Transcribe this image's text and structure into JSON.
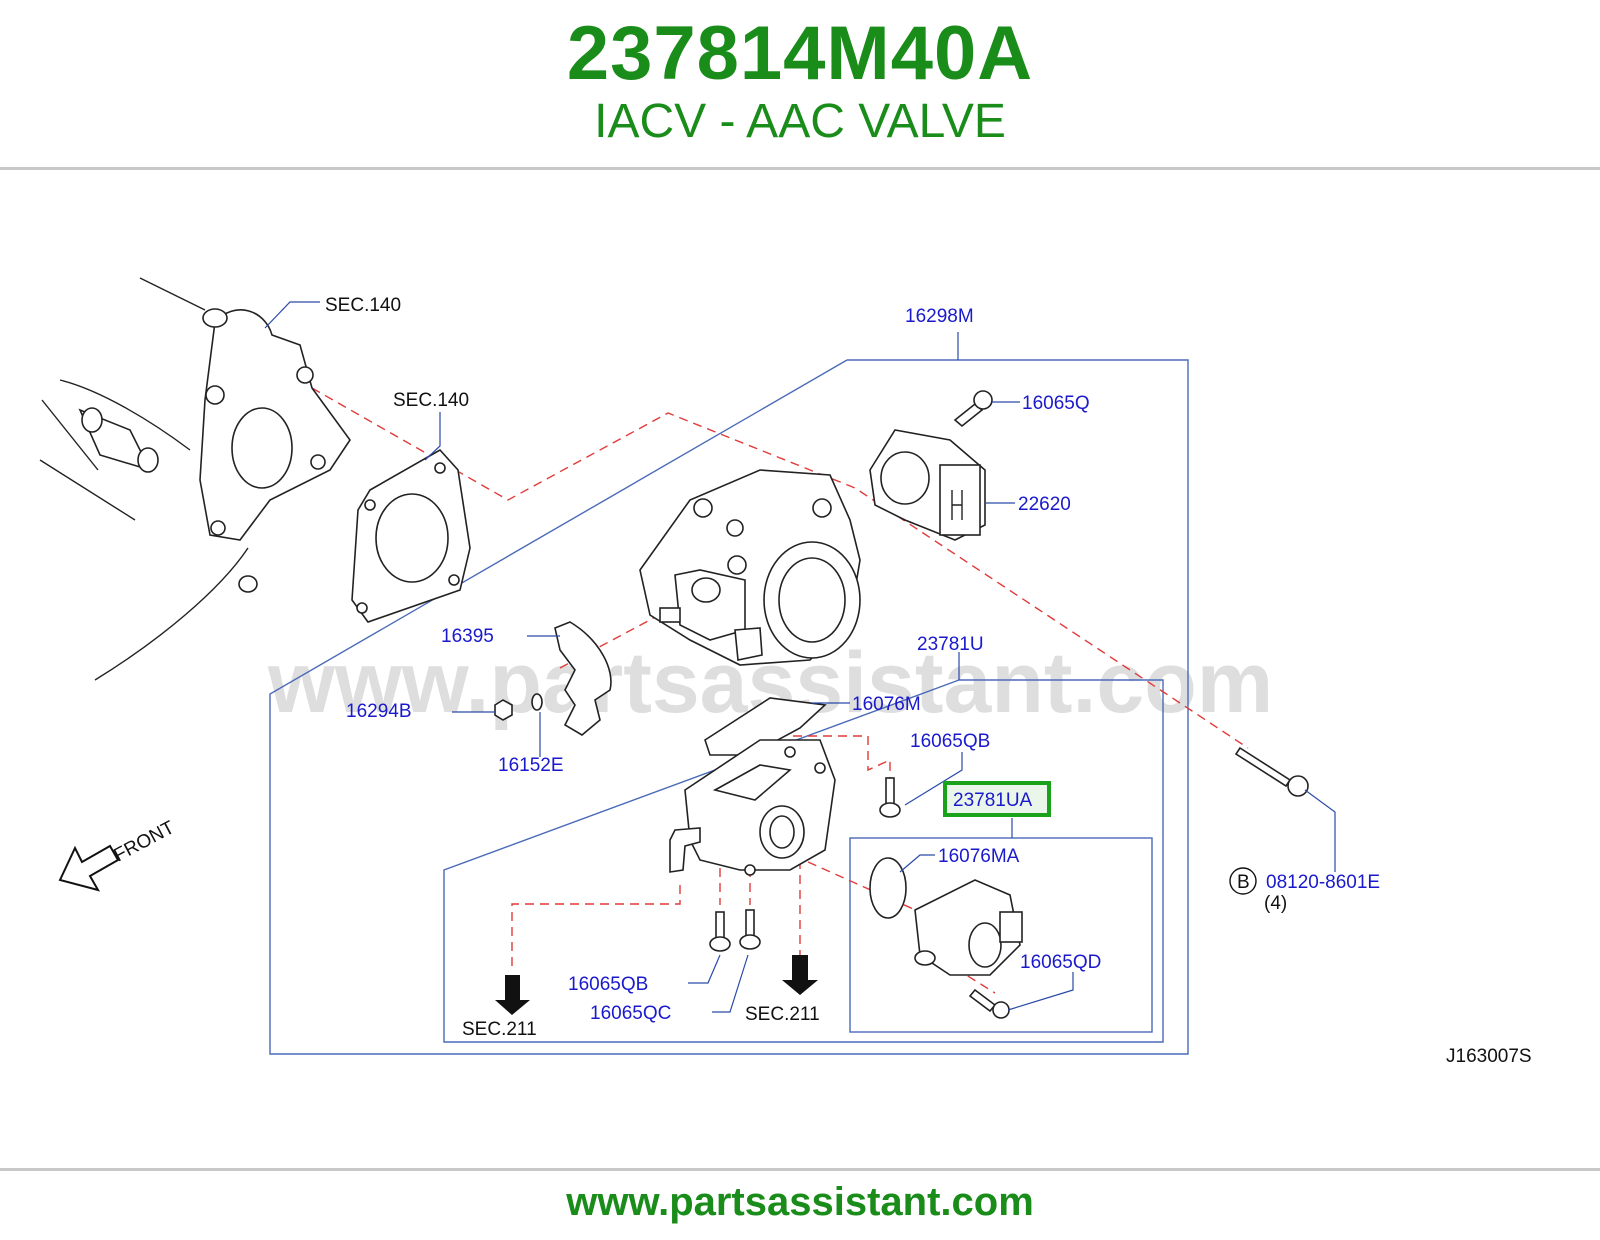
{
  "header": {
    "part_number": "237814M40A",
    "description": "IACV - AAC VALVE"
  },
  "diagram": {
    "watermark": "www.partsassistant.com",
    "drawing_id": "J163007S",
    "front_label": "FRONT",
    "callouts": {
      "sec140_top": "SEC.140",
      "sec140_mid": "SEC.140",
      "p16298M": "16298M",
      "p16065Q": "16065Q",
      "p22620": "22620",
      "p16395": "16395",
      "p23781U": "23781U",
      "p16294B": "16294B",
      "p16076M": "16076M",
      "p16152E": "16152E",
      "p16065QB_top": "16065QB",
      "p23781UA": "23781UA",
      "p16076MA": "16076MA",
      "p16065QD": "16065QD",
      "p16065QB_bottom": "16065QB",
      "p16065QC": "16065QC",
      "sec211_left": "SEC.211",
      "sec211_right": "SEC.211",
      "bolt_b_marker": "B",
      "bolt_b_part": "08120-8601E",
      "bolt_b_qty": "(4)"
    },
    "highlight_color": "#1aa31a",
    "label_color": "#1a1acc"
  },
  "footer": {
    "url": "www.partsassistant.com"
  },
  "colors": {
    "brand_green": "#1a8c1a",
    "rule_gray": "#c8c8c8"
  }
}
